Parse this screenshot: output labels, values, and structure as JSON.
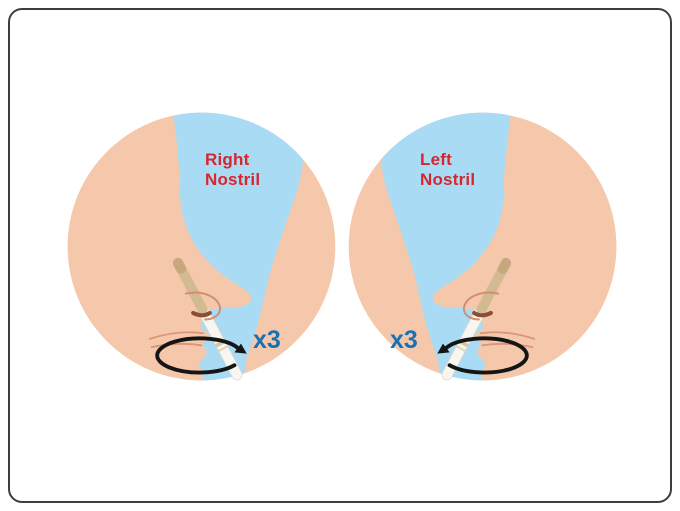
{
  "figure": {
    "description_panels": [
      {
        "label_line1": "Right",
        "label_line2": "Nostril",
        "rotation_text": "x3",
        "facing": "right"
      },
      {
        "label_line1": "Left",
        "label_line2": "Nostril",
        "rotation_text": "x3",
        "facing": "left"
      }
    ],
    "colors": {
      "skin": "#f6c8ab",
      "skin_outline": "#da9579",
      "nostril_dark": "#8a4f38",
      "background_blue": "#a9dbf4",
      "label_red": "#d7262c",
      "rotation_blue": "#1871b5",
      "swab_tan": "#d4ba92",
      "swab_tip": "#c6a87c",
      "swab_shaft": "#f8f6f1",
      "arrow_black": "#151515",
      "frame_border": "#3e3e3e"
    }
  }
}
